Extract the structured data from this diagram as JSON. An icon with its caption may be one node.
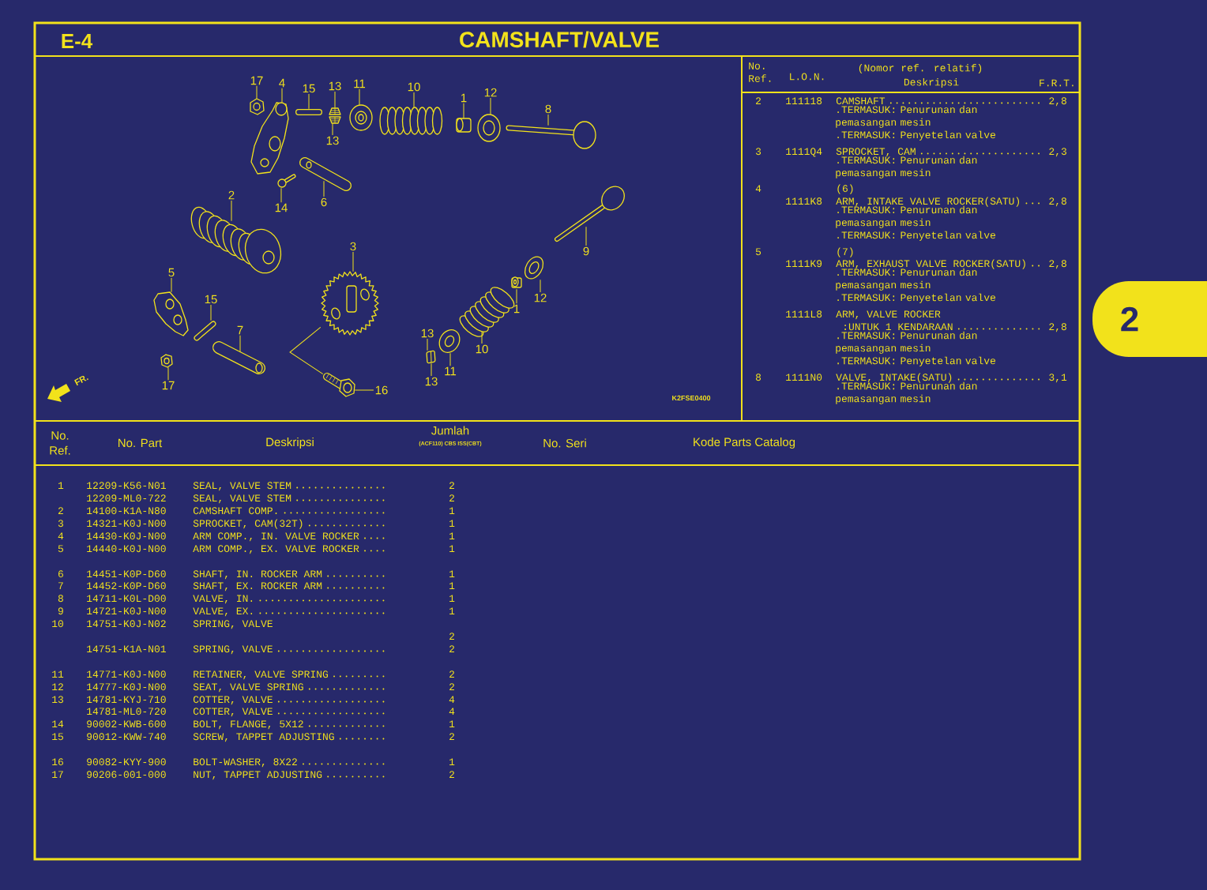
{
  "diagram": {
    "title": "CAMSHAFT/VALVE",
    "nodes": [
      {
        "text": [
          "17"
        ]
      },
      {
        "text": [
          "4"
        ]
      },
      {
        "text": [
          "15"
        ]
      },
      {
        "text": [
          "13"
        ]
      },
      {
        "text": [
          "13"
        ]
      },
      {
        "text": [
          "11"
        ]
      },
      {
        "text": [
          "10"
        ]
      },
      {
        "text": [
          "1"
        ]
      },
      {
        "text": [
          "12"
        ]
      },
      {
        "text": [
          "8"
        ]
      },
      {
        "text": [
          "2"
        ]
      },
      {
        "text": [
          "14"
        ]
      },
      {
        "text": [
          "6"
        ]
      },
      {
        "text": [
          "3"
        ]
      },
      {
        "text": [
          "9"
        ]
      },
      {
        "text": [
          "5"
        ]
      },
      {
        "text": [
          "15"
        ]
      },
      {
        "text": [
          "7"
        ]
      },
      {
        "text": [
          "12"
        ]
      },
      {
        "text": [
          "1"
        ]
      },
      {
        "text": [
          "13"
        ]
      },
      {
        "text": [
          "10"
        ]
      },
      {
        "text": [
          "11"
        ]
      },
      {
        "text": [
          "13"
        ]
      },
      {
        "text": [
          "17"
        ]
      },
      {
        "text": [
          "16"
        ]
      },
      {
        "text": [],
        "shape": "picture"
      },
      {
        "text": [],
        "shape": "picture"
      },
      {
        "text": [],
        "shape": "picture"
      },
      {
        "text": [],
        "shape": "picture"
      },
      {
        "text": [],
        "shape": "picture"
      },
      {
        "text": [],
        "shape": "picture"
      },
      {
        "text": [],
        "shape": "picture"
      },
      {
        "text": [],
        "shape": "picture"
      },
      {
        "text": [],
        "shape": "picture"
      },
      {
        "text": [],
        "shape": "picture"
      },
      {
        "text": [],
        "shape": "picture"
      },
      {
        "text": [],
        "shape": "picture"
      },
      {
        "text": [],
        "shape": "picture"
      },
      {
        "text": [],
        "shape": "picture"
      },
      {
        "text": [],
        "shape": "picture"
      },
      {
        "text": [],
        "shape": "picture"
      },
      {
        "text": [],
        "shape": "picture"
      },
      {
        "text": [],
        "shape": "picture"
      },
      {
        "text": [],
        "shape": "picture"
      },
      {
        "text": [],
        "shape": "picture"
      },
      {
        "text": [],
        "shape": "picture"
      },
      {
        "text": [],
        "shape": "picture"
      },
      {
        "text": [],
        "shape": "picture"
      },
      {
        "text": [],
        "shape": "picture"
      },
      {
        "text": [],
        "shape": "picture"
      }
    ],
    "edges": [
      {
        "from": 0,
        "to": 26,
        "arrow": "none"
      },
      {
        "from": 1,
        "to": 27,
        "arrow": "none"
      },
      {
        "from": 2,
        "to": 28,
        "arrow": "none"
      },
      {
        "from": 3,
        "to": 29,
        "arrow": "none"
      },
      {
        "from": 4,
        "to": 30,
        "arrow": "none"
      },
      {
        "from": 5,
        "to": 31,
        "arrow": "none"
      },
      {
        "from": 6,
        "to": 32,
        "arrow": "none"
      },
      {
        "from": 7,
        "to": 33,
        "arrow": "none"
      },
      {
        "from": 8,
        "to": 34,
        "arrow": "none"
      },
      {
        "from": 9,
        "to": 35,
        "arrow": "none"
      },
      {
        "from": 10,
        "to": 36,
        "arrow": "none"
      },
      {
        "from": 11,
        "to": 37,
        "arrow": "none"
      },
      {
        "from": 12,
        "to": 38,
        "arrow": "none"
      },
      {
        "from": 13,
        "to": 39,
        "arrow": "none"
      },
      {
        "from": 14,
        "to": 40,
        "arrow": "none"
      },
      {
        "from": 15,
        "to": 41,
        "arrow": "none"
      },
      {
        "from": 16,
        "to": 42,
        "arrow": "none"
      },
      {
        "from": 17,
        "to": 43,
        "arrow": "none"
      },
      {
        "from": 18,
        "to": 44,
        "arrow": "none"
      },
      {
        "from": 19,
        "to": 45,
        "arrow": "none"
      },
      {
        "from": 20,
        "to": 46,
        "arrow": "none"
      },
      {
        "from": 21,
        "to": 47,
        "arrow": "none"
      },
      {
        "from": 22,
        "to": 48,
        "arrow": "none"
      },
      {
        "from": 23,
        "to": 46,
        "arrow": "none"
      },
      {
        "from": 24,
        "to": 49,
        "arrow": "none"
      },
      {
        "from": 25,
        "to": 50,
        "arrow": "none"
      },
      {
        "from": 39,
        "to": 50,
        "arrow": "none"
      }
    ],
    "labels": [
      "E-4",
      "FR.",
      "K2FSE0400",
      "No. Ref.",
      "L.O.N.",
      "(Nomor ref. relatif)",
      "Deskripsi",
      "F.R.T.",
      "2",
      "111118",
      "CAMSHAFT",
      "2,8",
      ".TERMASUK: Penurunan dan pemasangan mesin",
      ".TERMASUK: Penyetelan valve",
      "3",
      "1111Q4",
      "SPROCKET, CAM",
      "2,3",
      ".TERMASUK: Penurunan dan pemasangan mesin",
      "4",
      "(6)",
      "1111K8",
      "ARM, INTAKE VALVE ROCKER(SATU)",
      "2,8",
      ".TERMASUK: Penurunan dan pemasangan mesin",
      ".TERMASUK: Penyetelan valve",
      "5",
      "(7)",
      "1111K9",
      "ARM, EXHAUST VALVE ROCKER(SATU)",
      "2,8",
      ".TERMASUK: Penurunan dan pemasangan mesin",
      ".TERMASUK: Penyetelan valve",
      "1111L8",
      "ARM, VALVE ROCKER",
      ":UNTUK 1 KENDARAAN",
      "2,8",
      ".TERMASUK: Penurunan dan pemasangan mesin",
      ".TERMASUK: Penyetelan valve",
      "8",
      "1111N0",
      "VALVE, INTAKE(SATU)",
      "3,1",
      ".TERMASUK: Penurunan dan pemasangan mesin",
      "No. Ref.",
      "No. Part",
      "Deskripsi",
      "Jumlah",
      "(ACF110) CBS ISS(CBT)",
      "No. Seri",
      "Kode Parts Catalog",
      "1",
      "12209-K56-N01",
      "SEAL, VALVE STEM",
      "2",
      "12209-ML0-722",
      "SEAL, VALVE STEM",
      "2",
      "2",
      "14100-K1A-N80",
      "CAMSHAFT COMP.",
      "1",
      "3",
      "14321-K0J-N00",
      "SPROCKET, CAM(32T)",
      "1",
      "4",
      "14430-K0J-N00",
      "ARM COMP., IN. VALVE ROCKER",
      "1",
      "5",
      "14440-K0J-N00",
      "ARM COMP., EX. VALVE ROCKER",
      "1",
      "6",
      "14451-K0P-D60",
      "SHAFT, IN. ROCKER ARM",
      "1",
      "7",
      "14452-K0P-D60",
      "SHAFT, EX. ROCKER ARM",
      "1",
      "8",
      "14711-K0L-D00",
      "VALVE, IN.",
      "1",
      "9",
      "14721-K0J-N00",
      "VALVE, EX.",
      "1",
      "10",
      "14751-K0J-N02",
      "SPRING, VALVE",
      "2",
      "14751-K1A-N01",
      "SPRING, VALVE",
      "2",
      "11",
      "14771-K0J-N00",
      "RETAINER, VALVE SPRING",
      "2",
      "12",
      "14777-K0J-N00",
      "SEAT, VALVE SPRING",
      "2",
      "13",
      "14781-KYJ-710",
      "COTTER, VALVE",
      "4",
      "14781-ML0-720",
      "COTTER, VALVE",
      "4",
      "14",
      "90002-KWB-600",
      "BOLT, FLANGE, 5X12",
      "1",
      "15",
      "90012-KWW-740",
      "SCREW, TAPPET ADJUSTING",
      "2",
      "16",
      "90082-KYY-900",
      "BOLT-WASHER, 8X22",
      "1",
      "17",
      "90206-001-000",
      "NUT, TAPPET ADJUSTING",
      "2",
      "2"
    ]
  }
}
